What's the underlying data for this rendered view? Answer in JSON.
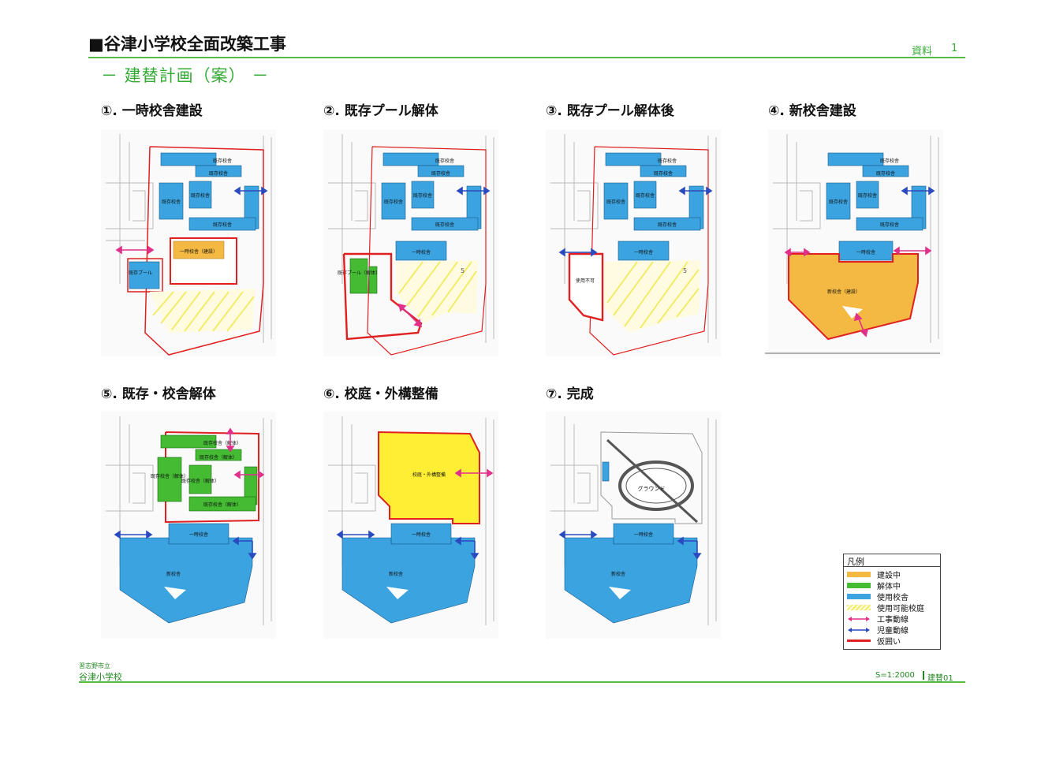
{
  "header": {
    "title": "■谷津小学校全面改築工事",
    "doc_label": "資料",
    "doc_number": "1",
    "subtitle": "－ 建替計画（案） －"
  },
  "steps": [
    {
      "label": "①. 一時校舎建設"
    },
    {
      "label": "②. 既存プール解体"
    },
    {
      "label": "③. 既存プール解体後"
    },
    {
      "label": "④. 新校舎建設"
    },
    {
      "label": "⑤. 既存・校舎解体"
    },
    {
      "label": "⑥. 校庭・外構整備"
    },
    {
      "label": "⑦. 完成"
    }
  ],
  "map_labels": {
    "existing": "既存校舎",
    "existing_demolish": "既存校舎（解体）",
    "temp_build": "一時校舎（建設）",
    "temp": "一時校舎",
    "existing_pool": "既存プール",
    "pool_demolish": "既存プール（解体）",
    "unusable": "使用不可",
    "new_build": "新校舎（建設）",
    "new": "新校舎",
    "yard_works": "校庭・外構整備",
    "ground": "グラウンド",
    "yard_mark": "5"
  },
  "legend": {
    "title": "凡例",
    "items": [
      {
        "label": "建設中",
        "color": "#f4b942"
      },
      {
        "label": "解体中",
        "color": "#44bb33"
      },
      {
        "label": "使用校舎",
        "color": "#3ba3e0"
      },
      {
        "label": "使用可能校庭",
        "color": "#f2ec6a"
      },
      {
        "label": "工事動線",
        "color": "#e0308a"
      },
      {
        "label": "児童動線",
        "color": "#2a4bbf"
      },
      {
        "label": "仮囲い",
        "color": "#e02020"
      }
    ]
  },
  "footer": {
    "small": "習志野市立",
    "school": "谷津小学校",
    "scale": "S=1:2000",
    "code": "建替01"
  },
  "colors": {
    "accent_green": "#55bb44",
    "building_blue": "#3ba3e0",
    "construction_orange": "#f4b942",
    "demolition_green": "#44bb33",
    "yard_yellow": "#ffee33",
    "fence_red": "#e02020"
  }
}
